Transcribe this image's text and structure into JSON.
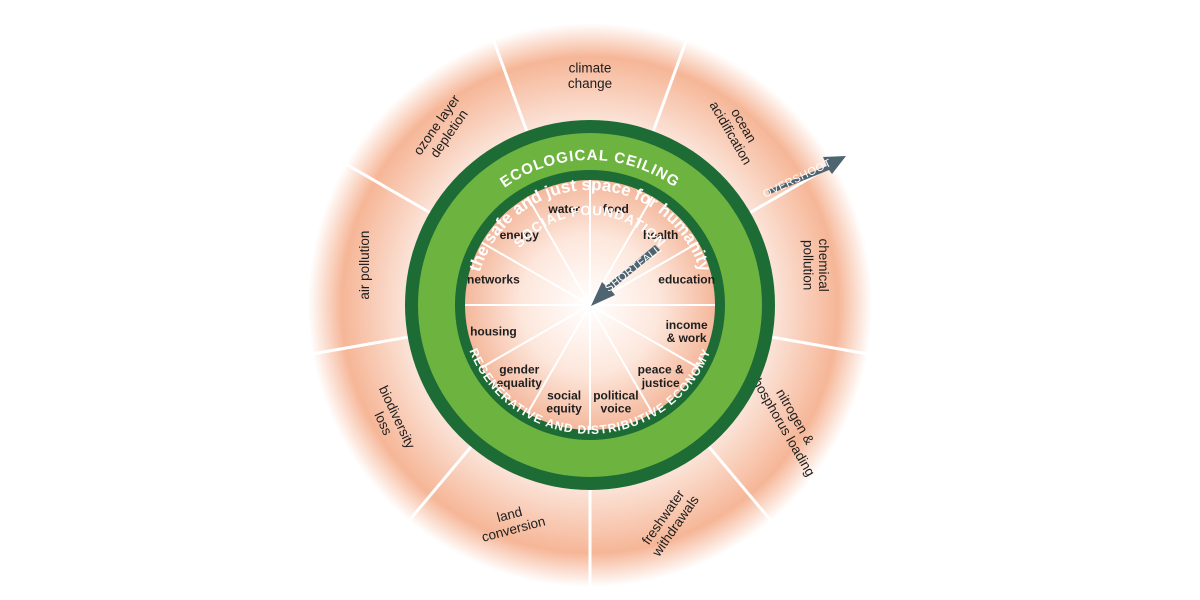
{
  "ecological_ceiling": {
    "title": "ECOLOGICAL CEILING",
    "items": [
      {
        "id": "climate-change",
        "lines": [
          "climate",
          "change"
        ]
      },
      {
        "id": "ocean-acidification",
        "lines": [
          "ocean",
          "acidification"
        ]
      },
      {
        "id": "chemical-pollution",
        "lines": [
          "chemical",
          "pollution"
        ]
      },
      {
        "id": "nitrogen-phosphorus",
        "lines": [
          "nitrogen &",
          "phosphorus loading"
        ]
      },
      {
        "id": "freshwater-withdrawals",
        "lines": [
          "freshwater",
          "withdrawals"
        ]
      },
      {
        "id": "land-conversion",
        "lines": [
          "land",
          "conversion"
        ]
      },
      {
        "id": "biodiversity-loss",
        "lines": [
          "biodiversity",
          "loss"
        ]
      },
      {
        "id": "air-pollution",
        "lines": [
          "air pollution"
        ]
      },
      {
        "id": "ozone-layer-depletion",
        "lines": [
          "ozone layer",
          "depletion"
        ]
      }
    ]
  },
  "safe_space": {
    "title": "the safe and just space for humanity"
  },
  "social_foundation": {
    "title": "SOCIAL FOUNDATION",
    "items": [
      {
        "id": "water",
        "lines": [
          "water"
        ]
      },
      {
        "id": "food",
        "lines": [
          "food"
        ]
      },
      {
        "id": "health",
        "lines": [
          "health"
        ]
      },
      {
        "id": "education",
        "lines": [
          "education"
        ]
      },
      {
        "id": "income-work",
        "lines": [
          "income",
          "& work"
        ]
      },
      {
        "id": "peace-justice",
        "lines": [
          "peace &",
          "justice"
        ]
      },
      {
        "id": "political-voice",
        "lines": [
          "political",
          "voice"
        ]
      },
      {
        "id": "social-equity",
        "lines": [
          "social",
          "equity"
        ]
      },
      {
        "id": "gender-equality",
        "lines": [
          "gender",
          "equality"
        ]
      },
      {
        "id": "housing",
        "lines": [
          "housing"
        ]
      },
      {
        "id": "networks",
        "lines": [
          "networks"
        ]
      },
      {
        "id": "energy",
        "lines": [
          "energy"
        ]
      }
    ]
  },
  "economy": {
    "title": "REGENERATIVE AND DISTRIBUTIVE ECONOMY"
  },
  "arrows": {
    "overshoot": "OVERSHOOT",
    "shortfall": "SHORTFALL"
  },
  "colors": {
    "dark_green": "#1d6b35",
    "light_green": "#6db33f",
    "arrow_grey": "#4e6470",
    "outer_glow": "#f3a47f",
    "divider": "#ffffff"
  }
}
